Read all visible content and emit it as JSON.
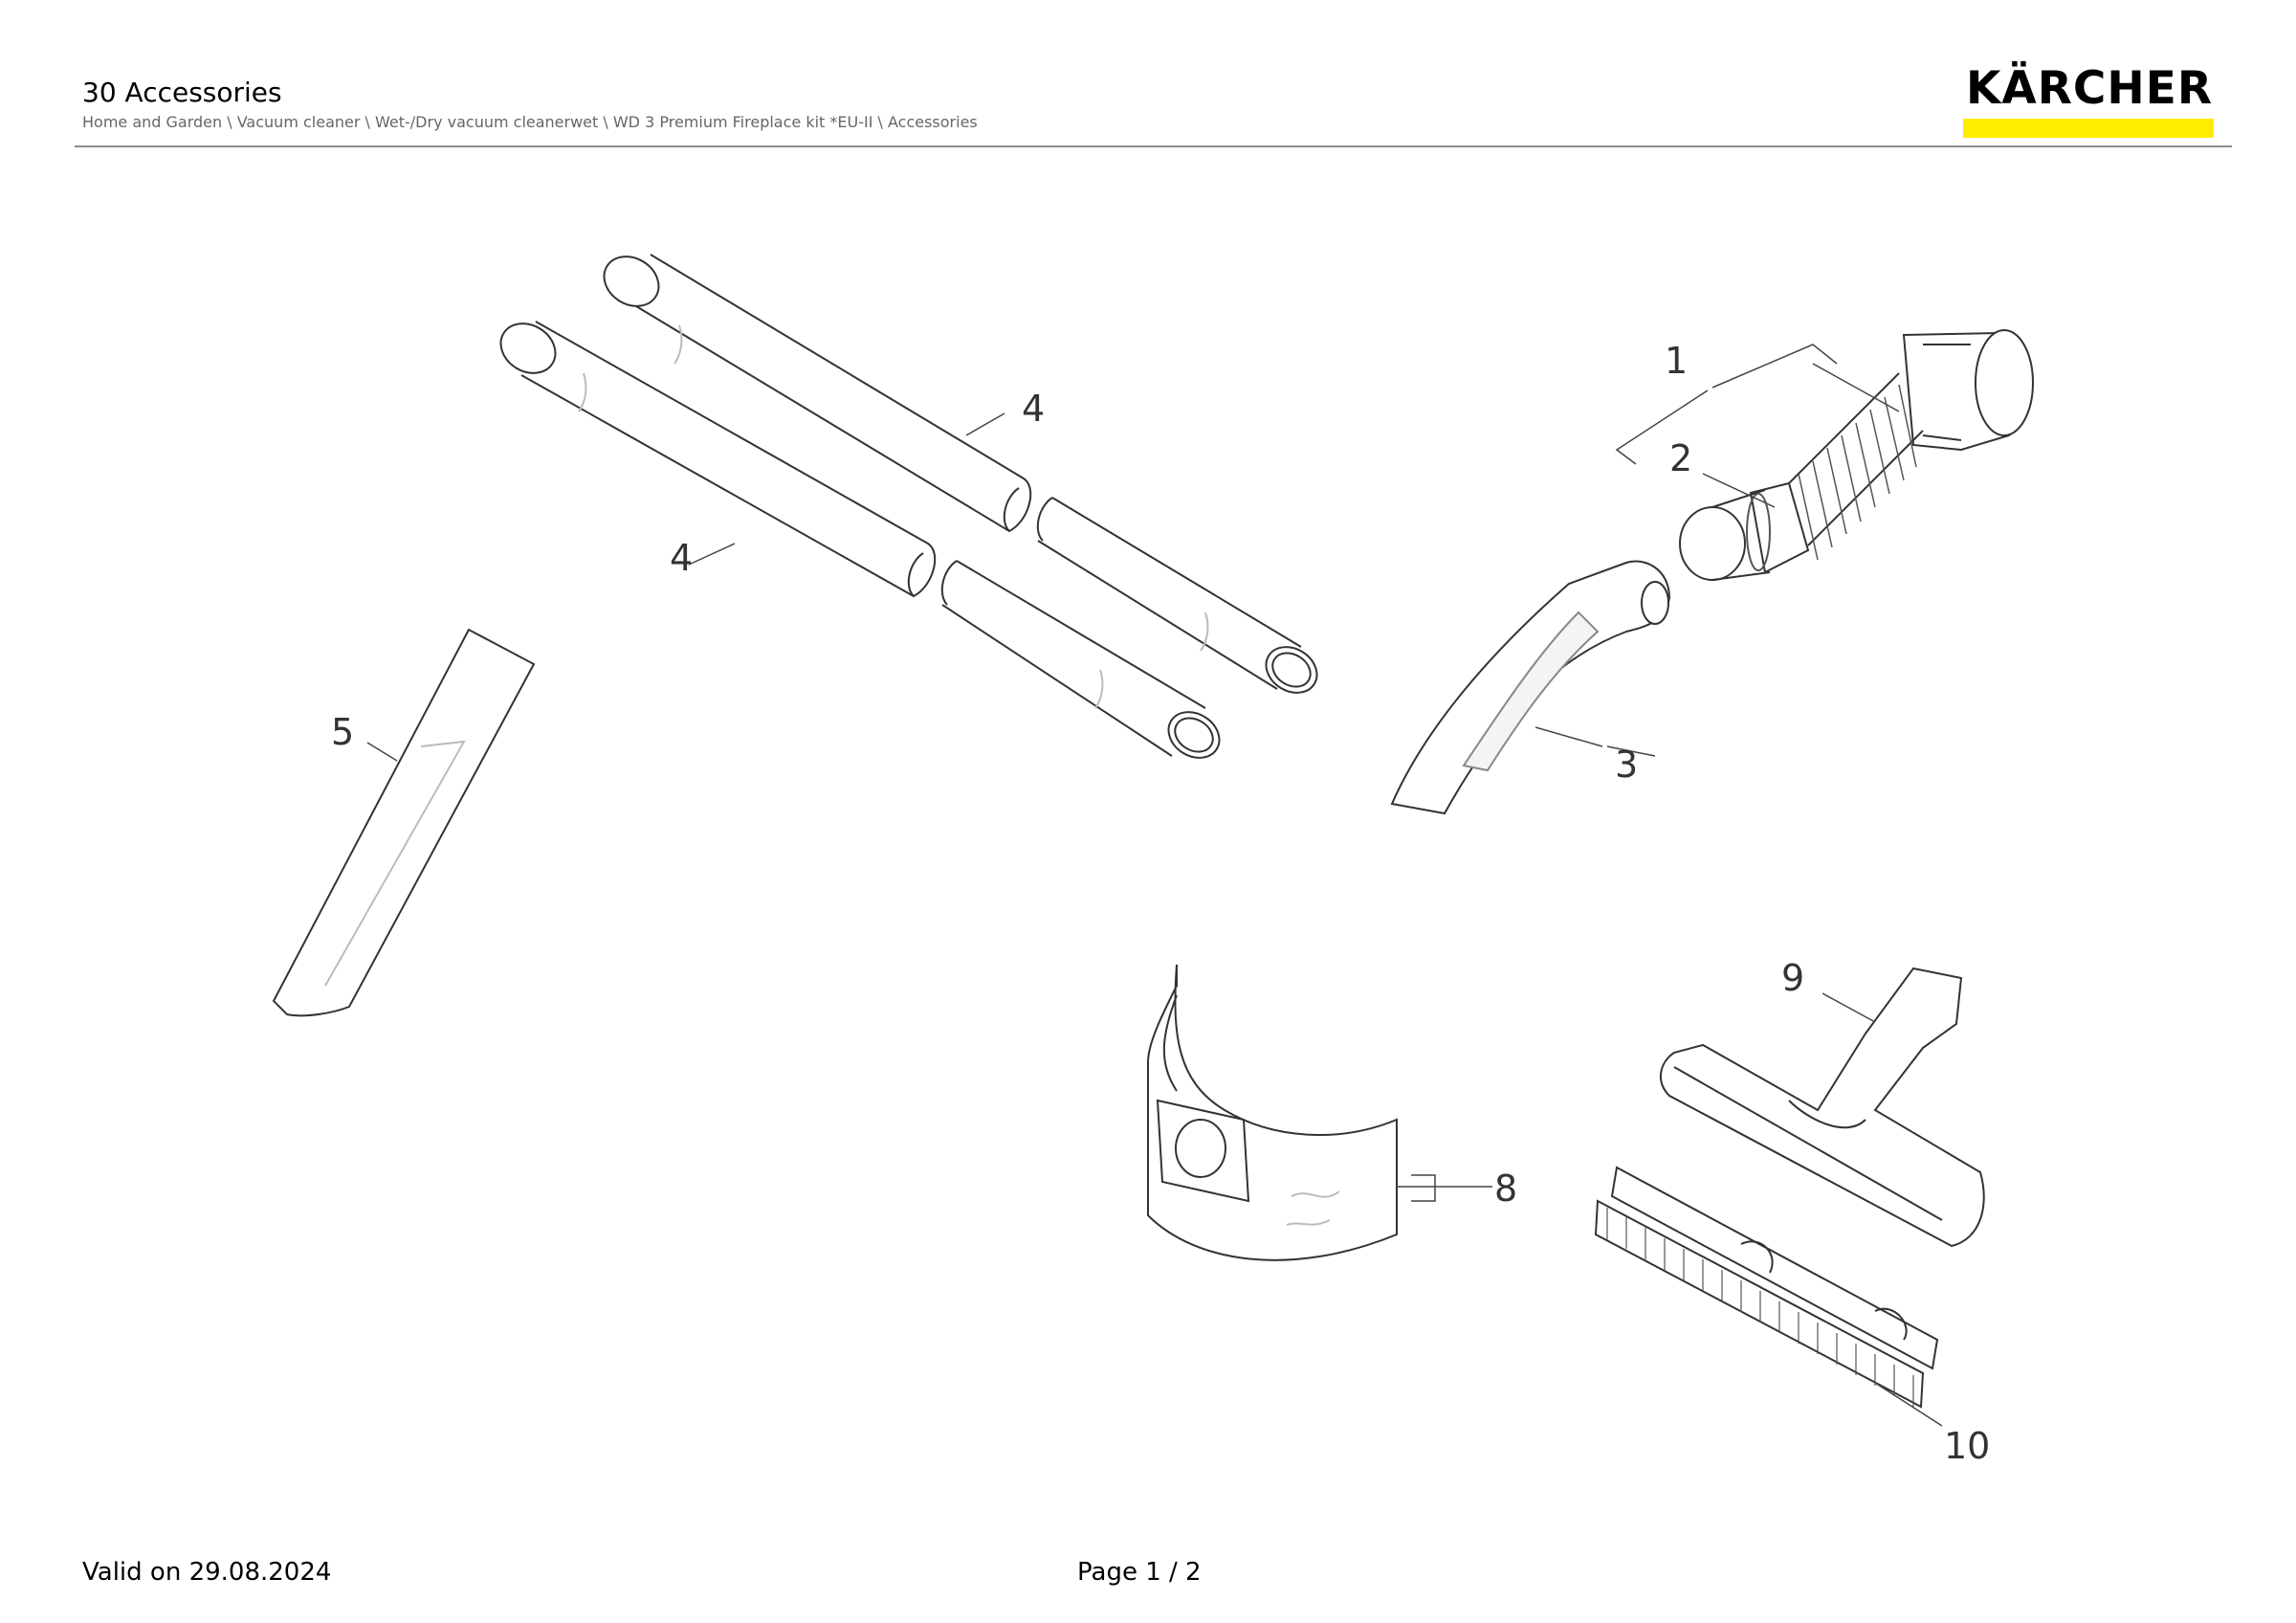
{
  "header": {
    "title": "30 Accessories",
    "breadcrumb": "Home and Garden \\ Vacuum cleaner \\ Wet-/Dry vacuum cleanerwet \\ WD 3 Premium Fireplace kit *EU-II \\ Accessories",
    "logo_text": "KÄRCHER",
    "logo_color": "#ffed00"
  },
  "diagram": {
    "callouts": [
      "1",
      "2",
      "3",
      "4",
      "4",
      "5",
      "8",
      "9",
      "10"
    ]
  },
  "footer": {
    "valid": "Valid on 29.08.2024",
    "page": "Page 1 / 2"
  }
}
